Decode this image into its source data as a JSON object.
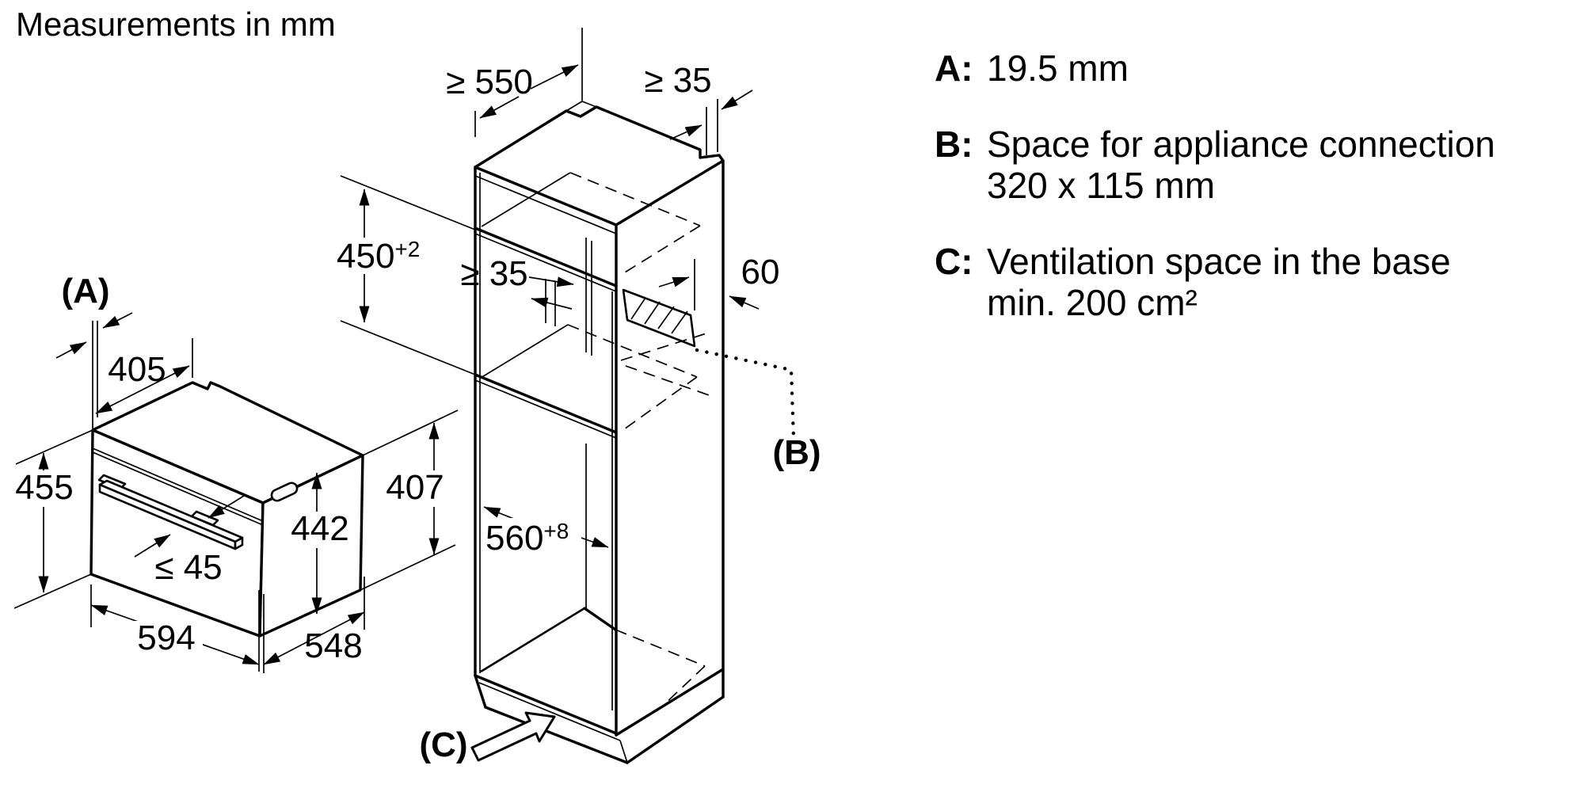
{
  "title": "Measurements in mm",
  "oven": {
    "callout_a": "(A)",
    "dim_top_depth": "405",
    "dim_front_height": "455",
    "dim_door_height": "442",
    "dim_rear_height": "407",
    "dim_handle_depth": "≤ 45",
    "dim_width": "594",
    "dim_depth": "548"
  },
  "cabinet": {
    "dim_min_depth": "≥ 550",
    "dim_top_rear_gap": "≥ 35",
    "dim_niche_height": "450",
    "dim_niche_height_tol": "+2",
    "dim_inner_rear_gap": "≥ 35",
    "dim_connection_offset": "60",
    "dim_niche_width": "560",
    "dim_niche_width_tol": "+8",
    "callout_b": "(B)",
    "callout_c": "(C)"
  },
  "legend": {
    "items": [
      {
        "label": "A:",
        "lines": [
          "19.5 mm"
        ]
      },
      {
        "label": "B:",
        "lines": [
          "Space for appliance connection",
          "320 x 115 mm"
        ]
      },
      {
        "label": "C:",
        "lines": [
          "Ventilation space in the base",
          "min. 200 cm²"
        ]
      }
    ]
  }
}
